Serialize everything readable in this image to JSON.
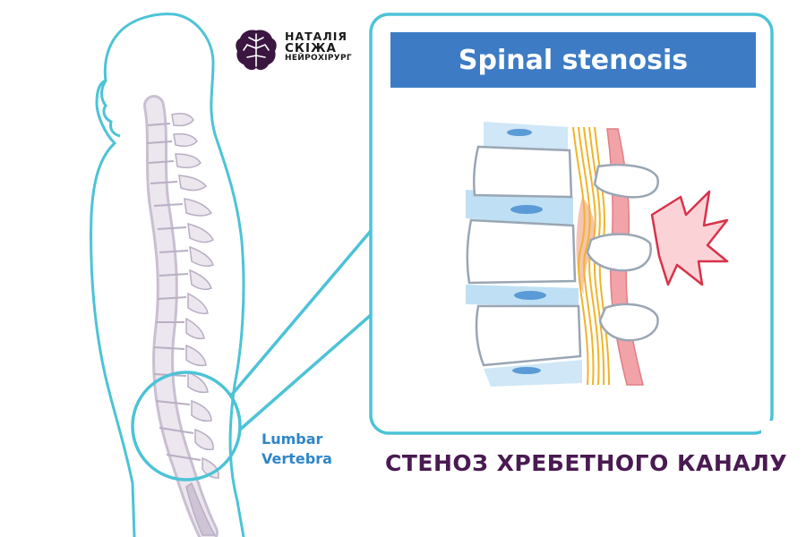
{
  "brand": {
    "line1": "НАТАЛІЯ",
    "line2": "СКІЖА",
    "line3": "НЕЙРОХІРУРГ",
    "icon": "brain-icon"
  },
  "title": "Spinal stenosis",
  "lumbar_label": {
    "line1": "Lumbar",
    "line2": "Vertebra"
  },
  "caption": "СТЕНОЗ ХРЕБЕТНОГО КАНАЛУ",
  "colors": {
    "outline_cyan": "#4cc3d6",
    "title_blue": "#3d7cc4",
    "label_blue": "#2e86c8",
    "caption_purple": "#4a1a52",
    "nerve_yellow": "#f0b429",
    "pain_red": "#d8334a",
    "bone": "#e9e2ea",
    "disc_blue": "#bfe0f4"
  }
}
